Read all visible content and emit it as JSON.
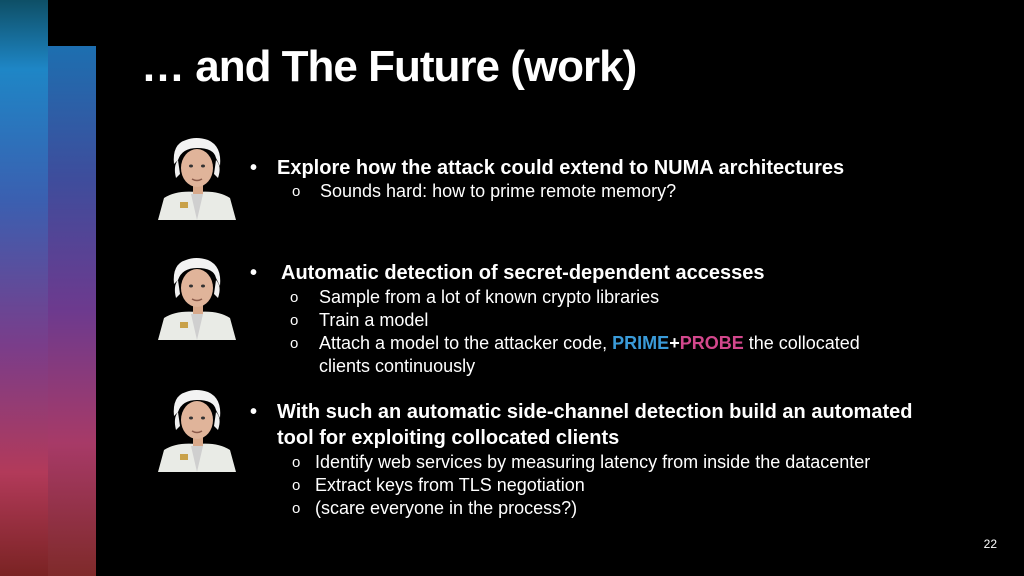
{
  "title": "… and The Future (work)",
  "sections": [
    {
      "heading": "Explore how the attack could extend to NUMA architectures",
      "items": [
        "Sounds hard: how to prime remote memory?"
      ]
    },
    {
      "heading": "Automatic detection of secret-dependent accesses",
      "items": [
        "Sample from a lot of known crypto libraries",
        "Train a model"
      ],
      "item3_before": "Attach a model to the attacker code, ",
      "prime": "PRIME",
      "plus": "+",
      "probe": "PROBE",
      "item3_after": " the collocated",
      "item3_line2": "clients continuously"
    },
    {
      "heading_line1": "With such an automatic side-channel detection build an automated",
      "heading_line2": "tool for exploiting collocated clients",
      "items": [
        "Identify web services by measuring latency from inside the datacenter",
        "Extract keys from TLS negotiation",
        "(scare everyone in the process?)"
      ]
    }
  ],
  "bullet_symbol": "•",
  "sub_bullet_symbol": "o",
  "page_number": "22",
  "colors": {
    "prime": "#3a9bd9",
    "probe": "#d2478c"
  }
}
